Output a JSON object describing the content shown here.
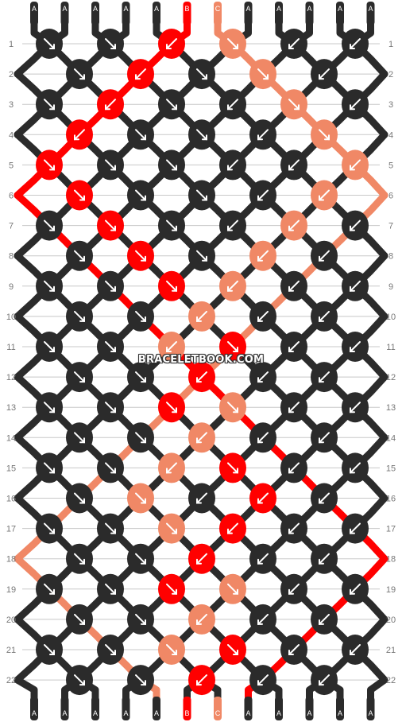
{
  "watermark": "BRACELETBOOK.COM",
  "colors": {
    "A": "#2b2b2b",
    "B": "#ff0000",
    "C": "#f08866",
    "grid": "#c8c8c8",
    "arrow": "#ffffff",
    "label": "#777777"
  },
  "top_strands": [
    "A",
    "A",
    "A",
    "A",
    "A",
    "B",
    "C",
    "A",
    "A",
    "A",
    "A",
    "A"
  ],
  "bottom_strands": [
    "A",
    "A",
    "A",
    "A",
    "A",
    "B",
    "C",
    "A",
    "A",
    "A",
    "A",
    "A"
  ],
  "row_labels": [
    "1",
    "2",
    "3",
    "4",
    "5",
    "6",
    "7",
    "8",
    "9",
    "10",
    "11",
    "12",
    "13",
    "14",
    "15",
    "16",
    "17",
    "18",
    "19",
    "20",
    "21",
    "22"
  ],
  "knot_rows": [
    [
      [
        "A",
        "se"
      ],
      [
        "A",
        "se"
      ],
      [
        "B",
        "sw"
      ],
      [
        "C",
        "se"
      ],
      [
        "A",
        "sw"
      ],
      [
        "A",
        "sw"
      ]
    ],
    [
      [
        "A",
        "se"
      ],
      [
        "B",
        "sw"
      ],
      [
        "A",
        "se"
      ],
      [
        "C",
        "se"
      ],
      [
        "A",
        "sw"
      ]
    ],
    [
      [
        "A",
        "se"
      ],
      [
        "B",
        "sw"
      ],
      [
        "A",
        "se"
      ],
      [
        "A",
        "sw"
      ],
      [
        "C",
        "se"
      ],
      [
        "A",
        "sw"
      ]
    ],
    [
      [
        "B",
        "sw"
      ],
      [
        "A",
        "se"
      ],
      [
        "A",
        "se"
      ],
      [
        "A",
        "sw"
      ],
      [
        "C",
        "se"
      ]
    ],
    [
      [
        "B",
        "se"
      ],
      [
        "A",
        "se"
      ],
      [
        "A",
        "se"
      ],
      [
        "A",
        "sw"
      ],
      [
        "A",
        "sw"
      ],
      [
        "C",
        "sw"
      ]
    ],
    [
      [
        "B",
        "se"
      ],
      [
        "A",
        "se"
      ],
      [
        "A",
        "se"
      ],
      [
        "A",
        "sw"
      ],
      [
        "C",
        "sw"
      ]
    ],
    [
      [
        "A",
        "se"
      ],
      [
        "B",
        "se"
      ],
      [
        "A",
        "se"
      ],
      [
        "A",
        "sw"
      ],
      [
        "C",
        "sw"
      ],
      [
        "A",
        "sw"
      ]
    ],
    [
      [
        "A",
        "se"
      ],
      [
        "B",
        "se"
      ],
      [
        "A",
        "se"
      ],
      [
        "C",
        "sw"
      ],
      [
        "A",
        "sw"
      ]
    ],
    [
      [
        "A",
        "se"
      ],
      [
        "A",
        "se"
      ],
      [
        "B",
        "se"
      ],
      [
        "C",
        "sw"
      ],
      [
        "A",
        "sw"
      ],
      [
        "A",
        "sw"
      ]
    ],
    [
      [
        "A",
        "se"
      ],
      [
        "A",
        "se"
      ],
      [
        "C",
        "sw"
      ],
      [
        "A",
        "sw"
      ],
      [
        "A",
        "sw"
      ]
    ],
    [
      [
        "A",
        "se"
      ],
      [
        "A",
        "se"
      ],
      [
        "C",
        "sw"
      ],
      [
        "B",
        "se"
      ],
      [
        "A",
        "sw"
      ],
      [
        "A",
        "sw"
      ]
    ],
    [
      [
        "A",
        "se"
      ],
      [
        "A",
        "se"
      ],
      [
        "B",
        "sw"
      ],
      [
        "A",
        "sw"
      ],
      [
        "A",
        "sw"
      ]
    ],
    [
      [
        "A",
        "se"
      ],
      [
        "A",
        "se"
      ],
      [
        "B",
        "se"
      ],
      [
        "C",
        "se"
      ],
      [
        "A",
        "sw"
      ],
      [
        "A",
        "sw"
      ]
    ],
    [
      [
        "A",
        "se"
      ],
      [
        "A",
        "se"
      ],
      [
        "C",
        "sw"
      ],
      [
        "A",
        "sw"
      ],
      [
        "A",
        "sw"
      ]
    ],
    [
      [
        "A",
        "se"
      ],
      [
        "A",
        "se"
      ],
      [
        "C",
        "sw"
      ],
      [
        "B",
        "se"
      ],
      [
        "A",
        "sw"
      ],
      [
        "A",
        "sw"
      ]
    ],
    [
      [
        "A",
        "se"
      ],
      [
        "C",
        "se"
      ],
      [
        "A",
        "sw"
      ],
      [
        "B",
        "sw"
      ],
      [
        "A",
        "sw"
      ]
    ],
    [
      [
        "A",
        "se"
      ],
      [
        "A",
        "se"
      ],
      [
        "C",
        "se"
      ],
      [
        "B",
        "sw"
      ],
      [
        "A",
        "sw"
      ],
      [
        "A",
        "sw"
      ]
    ],
    [
      [
        "A",
        "se"
      ],
      [
        "A",
        "se"
      ],
      [
        "B",
        "sw"
      ],
      [
        "A",
        "sw"
      ],
      [
        "A",
        "sw"
      ]
    ],
    [
      [
        "A",
        "se"
      ],
      [
        "A",
        "se"
      ],
      [
        "B",
        "se"
      ],
      [
        "C",
        "se"
      ],
      [
        "A",
        "sw"
      ],
      [
        "A",
        "sw"
      ]
    ],
    [
      [
        "A",
        "se"
      ],
      [
        "A",
        "se"
      ],
      [
        "C",
        "sw"
      ],
      [
        "A",
        "sw"
      ],
      [
        "A",
        "sw"
      ]
    ],
    [
      [
        "A",
        "se"
      ],
      [
        "A",
        "se"
      ],
      [
        "C",
        "se"
      ],
      [
        "B",
        "se"
      ],
      [
        "A",
        "sw"
      ],
      [
        "A",
        "sw"
      ]
    ],
    [
      [
        "A",
        "se"
      ],
      [
        "A",
        "se"
      ],
      [
        "B",
        "sw"
      ],
      [
        "A",
        "sw"
      ],
      [
        "A",
        "sw"
      ]
    ]
  ]
}
